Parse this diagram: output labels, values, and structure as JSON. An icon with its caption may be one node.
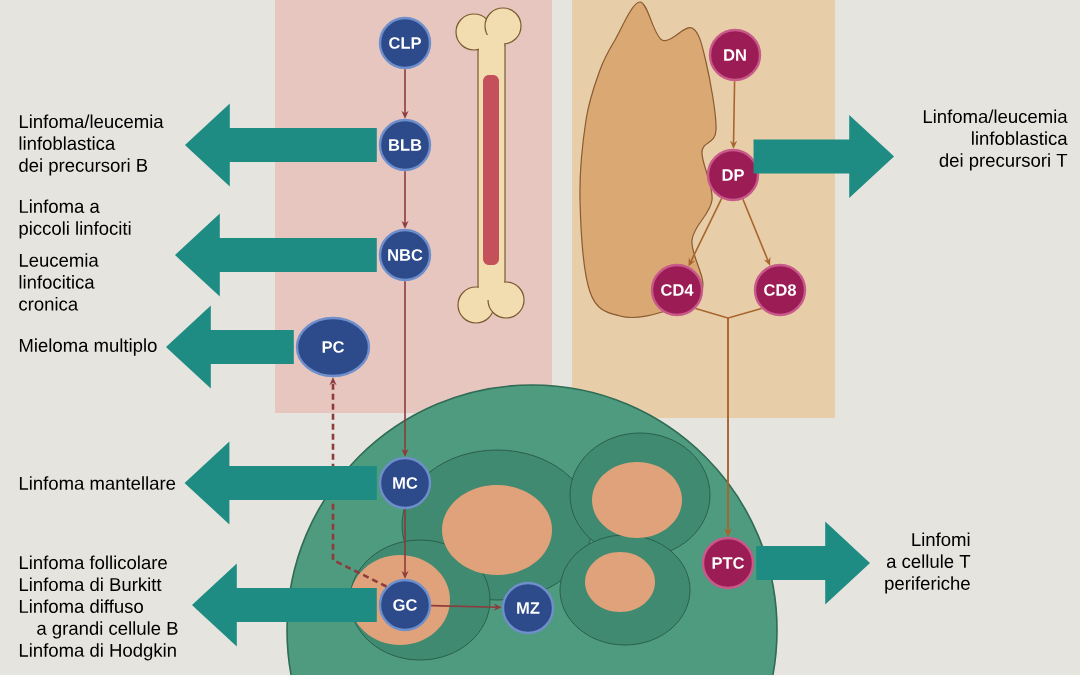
{
  "diagram": {
    "nodes": [
      {
        "text": [
          "CLP"
        ]
      },
      {
        "text": [
          "BLB"
        ]
      },
      {
        "text": [
          "NBC"
        ]
      },
      {
        "text": [
          "PC"
        ]
      },
      {
        "text": [
          "MC"
        ]
      },
      {
        "text": [
          "GC"
        ]
      },
      {
        "text": [
          "MZ"
        ]
      },
      {
        "text": [
          "DN"
        ]
      },
      {
        "text": [
          "DP"
        ]
      },
      {
        "text": [
          "CD4"
        ]
      },
      {
        "text": [
          "CD8"
        ]
      },
      {
        "text": [
          "PTC"
        ]
      },
      {
        "text": [
          "Linfoma/leucemia linfoblastica dei precursori B"
        ]
      },
      {
        "text": [
          "Linfoma a piccoli linfociti",
          "Leucemia linfocitica cronica"
        ]
      },
      {
        "text": [
          "Mieloma multiplo"
        ]
      },
      {
        "text": [
          "Linfoma mantellare"
        ]
      },
      {
        "text": [
          "Linfoma follicolare",
          "Linfoma di Burkitt",
          "Linfoma diffuso a grandi cellule B",
          "Linfoma di Hodgkin"
        ]
      },
      {
        "text": [
          "Linfoma/leucemia linfoblastica dei precursori T"
        ]
      },
      {
        "text": [
          "Linfomi a cellule T periferiche"
        ]
      }
    ],
    "edges": [
      {
        "from": 0,
        "to": 1,
        "arrow": "to",
        "color": "#8e3b3b"
      },
      {
        "from": 1,
        "to": 2,
        "arrow": "to",
        "color": "#8e3b3b"
      },
      {
        "from": 2,
        "to": 4,
        "arrow": "to",
        "color": "#8e3b3b"
      },
      {
        "from": 4,
        "to": 5,
        "arrow": "to",
        "color": "#8e3b3b"
      },
      {
        "from": 5,
        "to": 6,
        "arrow": "to",
        "color": "#8e3b3b"
      },
      {
        "from": 5,
        "to": 3,
        "arrow": "to",
        "style": "dashed",
        "color": "#8e3b3b"
      },
      {
        "from": 7,
        "to": 8,
        "arrow": "to",
        "color": "#a8652e"
      },
      {
        "from": 8,
        "to": 9,
        "arrow": "to",
        "color": "#a8652e"
      },
      {
        "from": 8,
        "to": 10,
        "arrow": "to",
        "color": "#a8652e"
      },
      {
        "from": 9,
        "to": 11,
        "arrow": "to",
        "color": "#a8652e"
      },
      {
        "from": 10,
        "to": 11,
        "arrow": "to",
        "color": "#a8652e"
      },
      {
        "from": 1,
        "to": 12,
        "arrow": "to",
        "style": "thick",
        "color": "#1f8c84"
      },
      {
        "from": 2,
        "to": 13,
        "arrow": "to",
        "style": "thick",
        "color": "#1f8c84"
      },
      {
        "from": 3,
        "to": 14,
        "arrow": "to",
        "style": "thick",
        "color": "#1f8c84"
      },
      {
        "from": 4,
        "to": 15,
        "arrow": "to",
        "style": "thick",
        "color": "#1f8c84"
      },
      {
        "from": 5,
        "to": 16,
        "arrow": "to",
        "style": "thick",
        "color": "#1f8c84"
      },
      {
        "from": 8,
        "to": 17,
        "arrow": "to",
        "style": "thick",
        "color": "#1f8c84"
      },
      {
        "from": 11,
        "to": 18,
        "arrow": "to",
        "style": "thick",
        "color": "#1f8c84"
      }
    ]
  }
}
